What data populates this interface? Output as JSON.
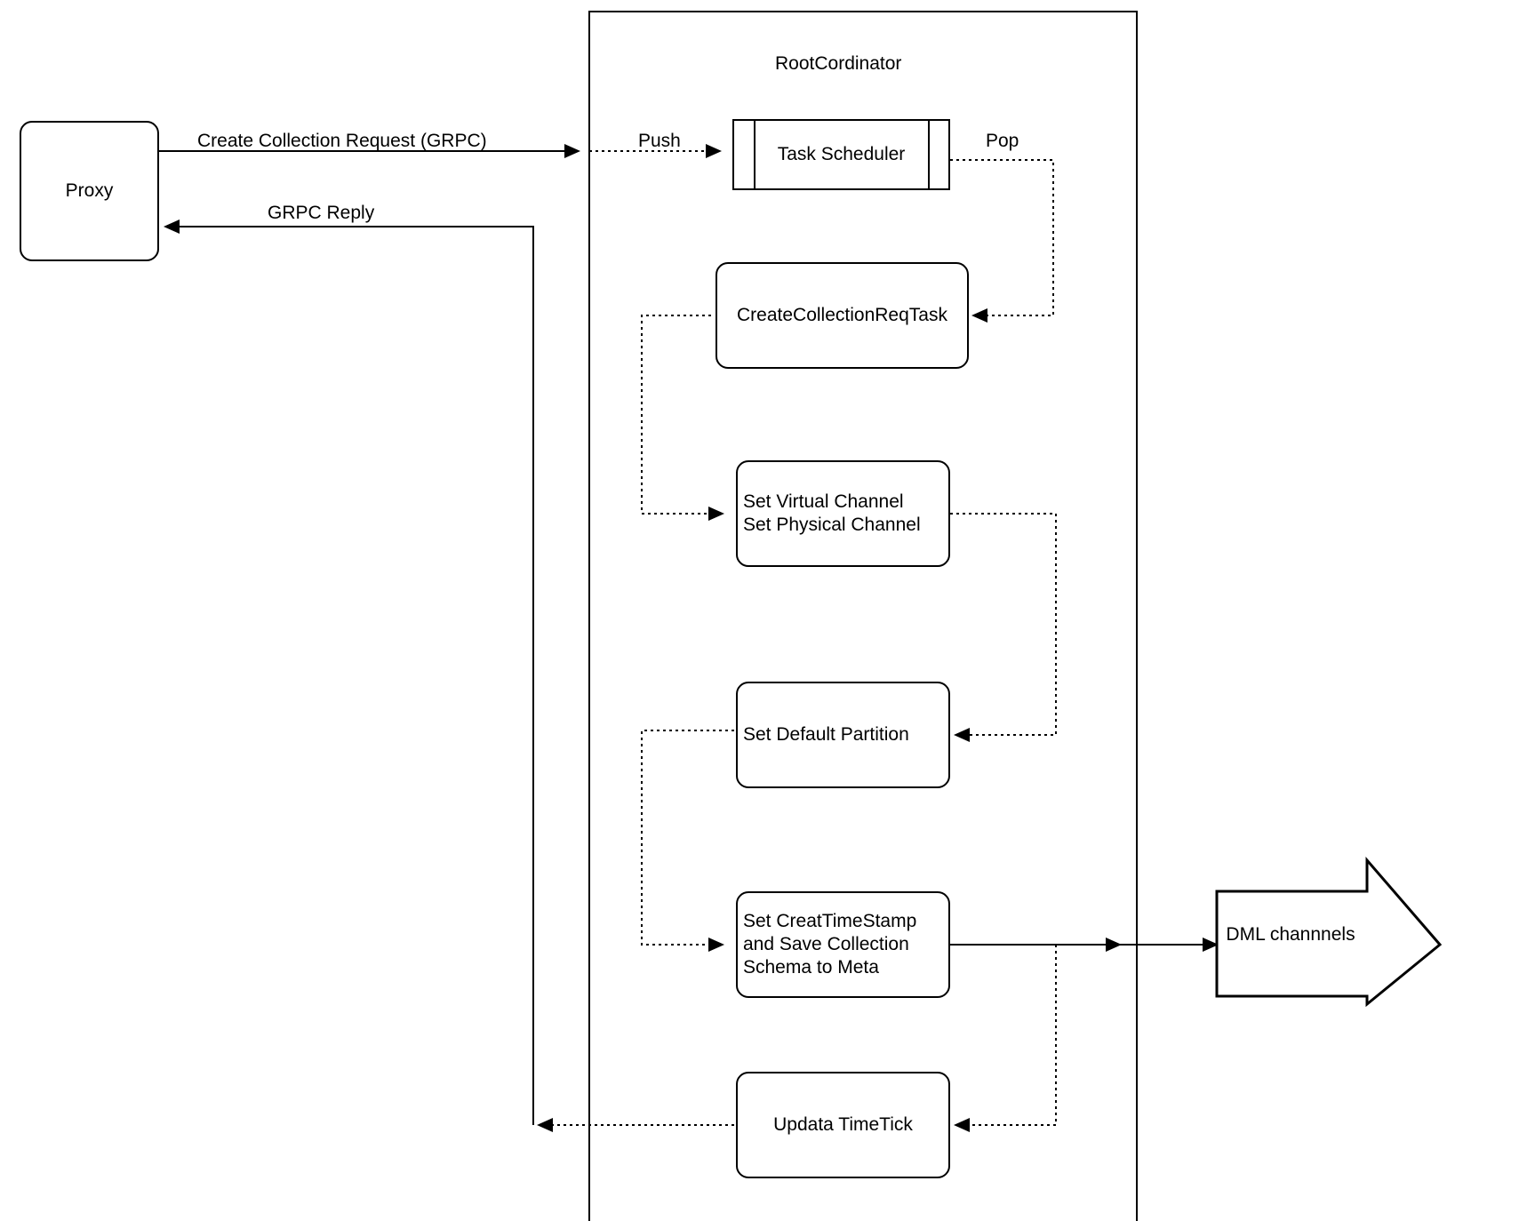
{
  "diagram": {
    "title_hidden": "",
    "container": {
      "label": "RootCordinator"
    },
    "nodes": {
      "proxy": {
        "label": "Proxy"
      },
      "task_scheduler": {
        "label": "Task Scheduler"
      },
      "create_collection_req_task": {
        "label": "CreateCollectionReqTask"
      },
      "set_channels": {
        "label": "Set Virtual Channel\nSet Physical Channel"
      },
      "set_default_partition": {
        "label": "Set Default Partition"
      },
      "set_timestamp_save_schema": {
        "label": "Set CreatTimeStamp\nand Save Collection\nSchema to Meta"
      },
      "update_timetick": {
        "label": "Updata TimeTick"
      },
      "dml_channels": {
        "label": "DML channnels"
      }
    },
    "edge_labels": {
      "create_collection_request": "Create Collection Request (GRPC)",
      "grpc_reply": "GRPC Reply",
      "push": "Push",
      "pop": "Pop"
    },
    "colors": {
      "stroke": "#000000",
      "fill": "#ffffff"
    }
  }
}
